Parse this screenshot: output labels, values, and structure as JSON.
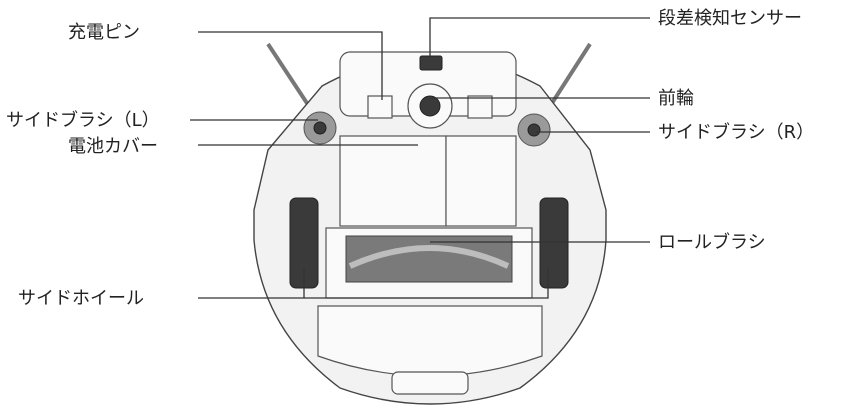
{
  "labels": {
    "charge_pins": "充電ピン",
    "cliff_sensor": "段差検知センサー",
    "front_wheel": "前輪",
    "side_brush_l": "サイドブラシ（L）",
    "side_brush_r": "サイドブラシ（R）",
    "battery_cover": "電池カバー",
    "roll_brush": "ロールブラシ",
    "side_wheel": "サイドホイール"
  },
  "colors": {
    "outline": "#444444",
    "label_text": "#222222",
    "wheel": "#3a3a3a"
  }
}
